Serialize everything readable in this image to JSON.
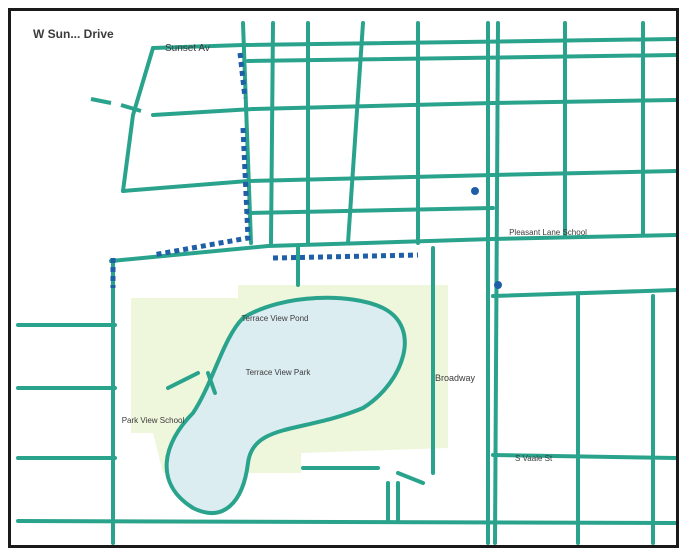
{
  "colors": {
    "street": "#2aa38d",
    "path_dotted": "#1f5fa8",
    "park_fill": "#eef6dc",
    "pond_fill": "#dcedf2",
    "frame": "#1a1a1a",
    "label": "#3b3b3b"
  },
  "labels": {
    "w_sunset_drive": "W Sun... Drive",
    "sunset_av": "Sunset Av",
    "terrace_view_pond": "Terrace View Pond",
    "terrace_view_park": "Terrace View Park",
    "pleasant_lane_school": "Pleasant Lane School",
    "park_view_school": "Park View School",
    "street_right_mid": "Broadway",
    "street_lower_right": "S Vaale St"
  }
}
